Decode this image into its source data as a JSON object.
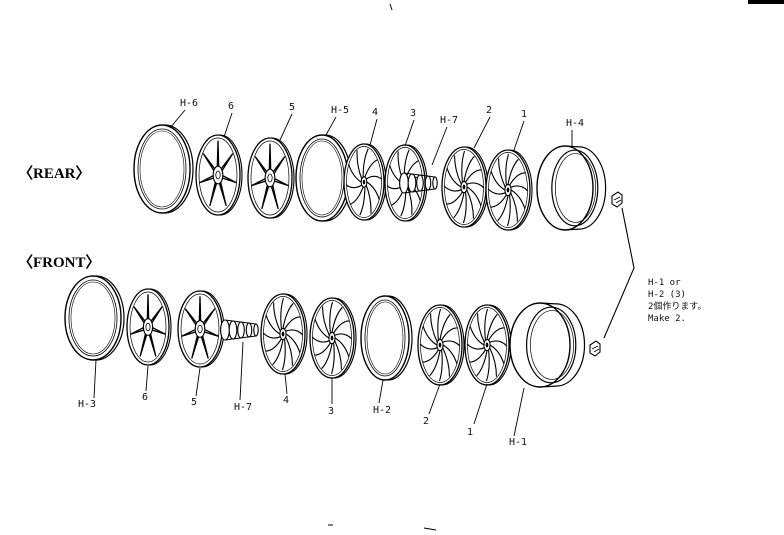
{
  "sections": {
    "rear": "〈REAR〉",
    "front": "〈FRONT〉"
  },
  "note": {
    "line1": "H-1 or",
    "line2": "H-2 (3)",
    "line3": "2個作ります。",
    "line4": "Make 2."
  },
  "rear_labels": {
    "h6": "H-6",
    "p6": "6",
    "p5": "5",
    "h5": "H-5",
    "p4": "4",
    "p3": "3",
    "h7": "H-7",
    "p2": "2",
    "p1": "1",
    "h4": "H-4"
  },
  "front_labels": {
    "h3": "H-3",
    "p6": "6",
    "p5": "5",
    "h7": "H-7",
    "p4": "4",
    "p3": "3",
    "h2": "H-2",
    "p2": "2",
    "p1": "1",
    "h1": "H-1"
  }
}
